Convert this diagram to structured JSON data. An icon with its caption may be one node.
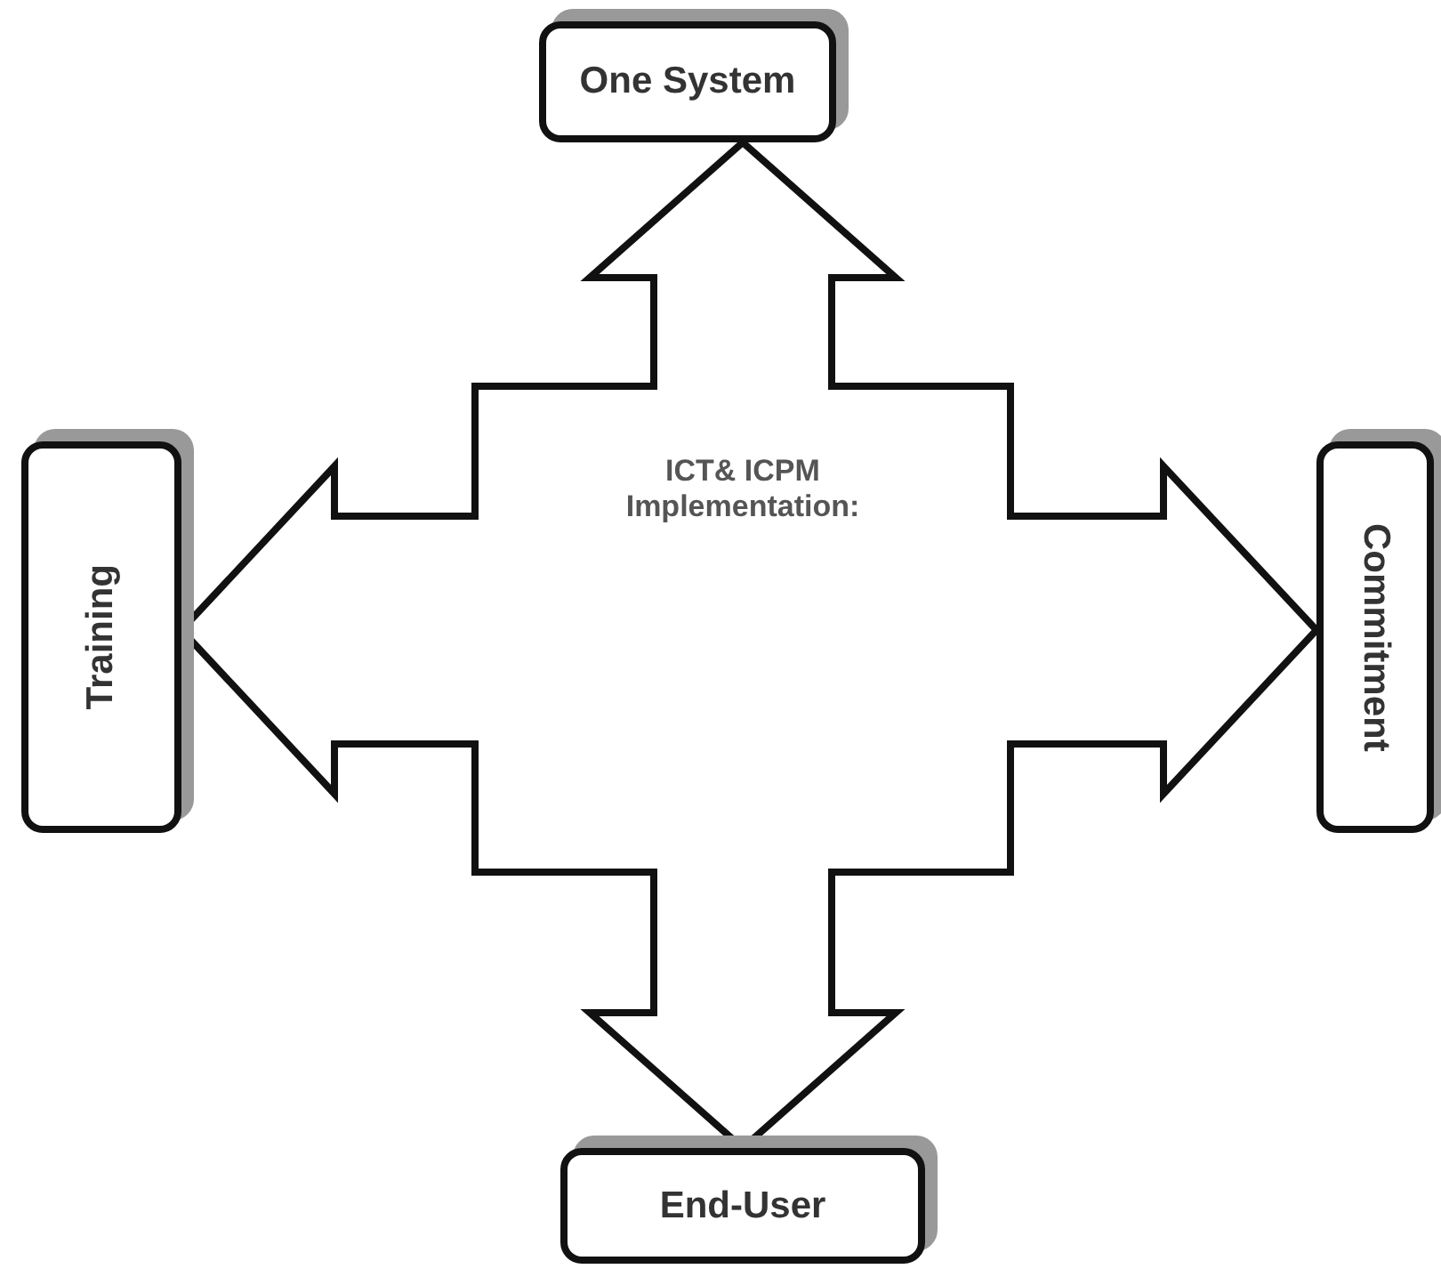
{
  "diagram": {
    "nodes": [
      {
        "text": [
          "One System"
        ]
      },
      {
        "text": [
          "Training"
        ]
      },
      {
        "text": [
          "ICT& ICPM Implementation:"
        ]
      },
      {
        "text": [
          "Commitment"
        ]
      },
      {
        "text": [
          "End-User"
        ]
      }
    ],
    "edges": [
      {
        "from": 2,
        "to": 0,
        "arrow": "to"
      },
      {
        "from": 2,
        "to": 1,
        "arrow": "to"
      },
      {
        "from": 2,
        "to": 3,
        "arrow": "to"
      },
      {
        "from": 2,
        "to": 4,
        "arrow": "to"
      }
    ]
  }
}
